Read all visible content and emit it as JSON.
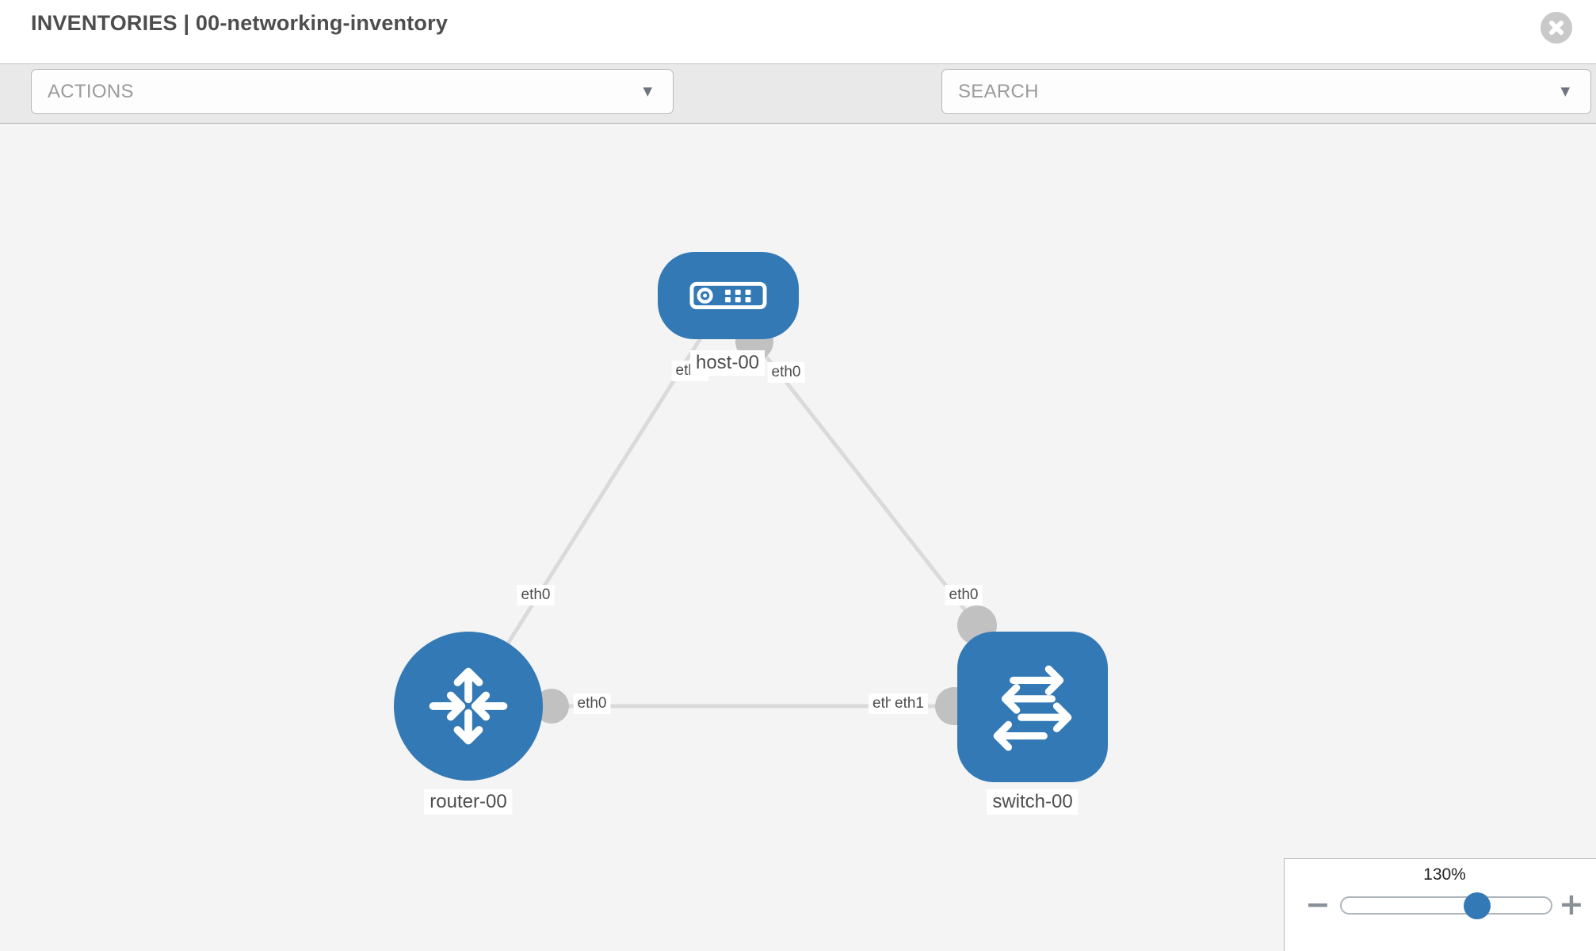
{
  "window": {
    "title": "INVENTORIES | 00-networking-inventory"
  },
  "toolbar": {
    "actions_label": "ACTIONS",
    "search_placeholder": "SEARCH",
    "caret": "▼",
    "icons": [
      "wrench-icon",
      "key-icon"
    ]
  },
  "canvas": {
    "nodes": [
      {
        "name": "host-00",
        "type": "host"
      },
      {
        "name": "router-00",
        "type": "router"
      },
      {
        "name": "switch-00",
        "type": "switch"
      }
    ],
    "links": [
      {
        "source": "host-00",
        "source_interface": "eth0",
        "target": "router-00",
        "target_interface": "eth0"
      },
      {
        "source": "host-00",
        "source_interface": "eth0",
        "target": "switch-00",
        "target_interface": "eth0"
      },
      {
        "source": "router-00",
        "source_interface": "eth0",
        "target": "switch-00",
        "target_interface": "eth1"
      }
    ],
    "labels": {
      "host": "host-00",
      "router": "router-00",
      "switch": "switch-00",
      "host_if_left": "eth0",
      "host_if_right": "eth0",
      "router_if_top": "eth0",
      "router_if_right": "eth0",
      "switch_if_top": "eth0",
      "switch_if_left_back": "eth0",
      "switch_if_left_front": "eth1"
    }
  },
  "zoom_control": {
    "level": "130%",
    "zoom_out": "−",
    "zoom_in": "+"
  },
  "colors": {
    "node_fill": "#3379b5",
    "link": "#dadada",
    "port": "#c1c1c1",
    "canvas_bg": "#f4f4f4",
    "toolbar_bg": "#e9e9e9",
    "muted_text": "#9b9b9b",
    "title_text": "#4d4d4d"
  }
}
